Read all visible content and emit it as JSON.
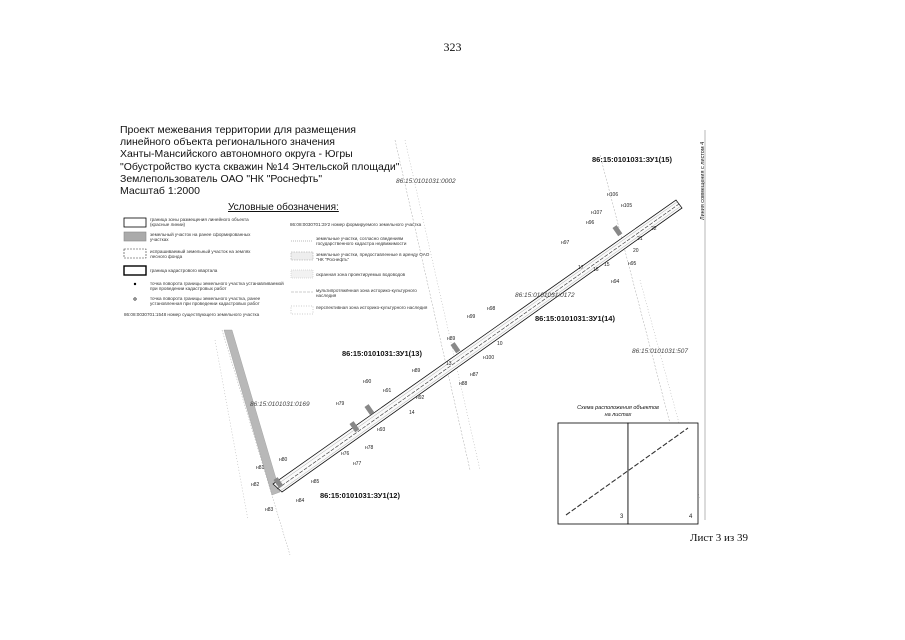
{
  "page_number": "323",
  "footer": "Лист 3 из 39",
  "title": {
    "lines": [
      "Проект межевания территории для размещения",
      "линейного объекта регионального значения",
      "Ханты-Мансийского автономного округа - Югры",
      "\"Обустройство куста скважин №14 Энтельской площади\"",
      "Землепользователь ОАО \"НК \"Роснефть\"",
      "Масштаб 1:2000"
    ]
  },
  "legend": {
    "heading": "Условные обозначения:",
    "left_items": [
      "граница зоны размещения линейного объекта (красные линии)",
      "земельный участок на ранее сформированных участках",
      "испрашиваемый земельный участок на землях лесного фонда",
      "граница кадастрового квартала",
      "точка поворота границы земельного участка устанавливаемой при проведении кадастровых работ",
      "точка поворота границы земельного участка, ранее установленная при проведении кадастровых работ",
      "86:08:0030701:1548 номер существующего земельного участка"
    ],
    "right_items": [
      "86:08:0030701:ЗУ2 номер формируемого земельного участка",
      "земельные участки, согласно сведениям государственного кадастра недвижимости",
      "земельные участки, предоставленные в аренду ОАО \"НК \"Роснефть\"",
      "охранная зона проектируемых водоводов",
      "мультипротяжённая зона историко-культурного наследия",
      "перспективная зона историко-культурного наследия"
    ]
  },
  "parcels": [
    {
      "id": "86:15:0101031:ЗУ1(15)"
    },
    {
      "id": "86:15:0101031:ЗУ1(14)"
    },
    {
      "id": "86:15:0101031:ЗУ1(13)"
    },
    {
      "id": "86:15:0101031:ЗУ1(12)"
    }
  ],
  "cadastral": [
    "86:15:0101031:0002",
    "86:15:0101031:0172",
    "86:15:0101031:507",
    "86:15:0101031:0169"
  ],
  "points": [
    "н106",
    "н105",
    "н107",
    "н96",
    "н97",
    "22",
    "21",
    "20",
    "17",
    "16",
    "15",
    "н95",
    "н94",
    "н98",
    "н99",
    "н89",
    "н100",
    "10",
    "13",
    "н87",
    "н88",
    "н90",
    "н91",
    "н89",
    "н92",
    "14",
    "н79",
    "н78",
    "н76",
    "н77",
    "н93",
    "н80",
    "н81",
    "н82",
    "н85",
    "н83",
    "н84"
  ],
  "scheme": {
    "title_line1": "Схема расположения объектов",
    "title_line2": "на листах",
    "sheet_left": "3",
    "sheet_right": "4"
  },
  "side_note": "Линия совмещения с листом 4"
}
